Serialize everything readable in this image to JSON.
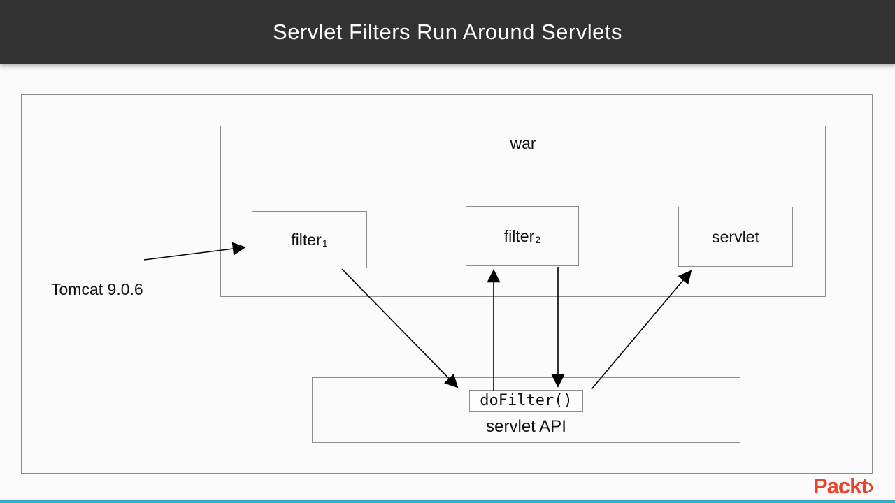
{
  "header": {
    "title": "Servlet Filters Run Around Servlets"
  },
  "diagram": {
    "war_label": "war",
    "tomcat_label": "Tomcat 9.0.6",
    "boxes": {
      "filter1": {
        "base": "filter",
        "sub": "1"
      },
      "filter2": {
        "base": "filter",
        "sub": "2"
      },
      "servlet": {
        "label": "servlet"
      }
    },
    "servlet_api": {
      "dofilter_label": "doFilter()",
      "label": "servlet API"
    }
  },
  "footer": {
    "logo_text": "Packt",
    "logo_chevron": "›",
    "logo_color": "#E9422D",
    "bottom_bar_color": "#38ACC8"
  }
}
